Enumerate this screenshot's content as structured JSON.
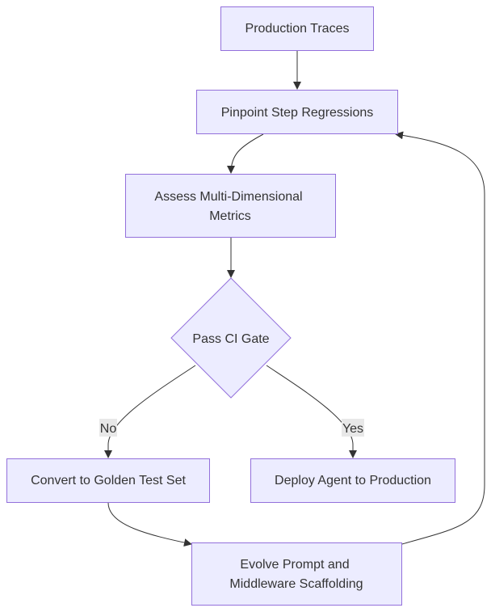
{
  "diagram": {
    "nodes": {
      "production_traces": {
        "lines": [
          "Production Traces"
        ]
      },
      "pinpoint_regressions": {
        "lines": [
          "Pinpoint Step Regressions"
        ]
      },
      "assess_metrics": {
        "lines": [
          "Assess Multi-Dimensional",
          "Metrics"
        ]
      },
      "pass_ci_gate": {
        "lines": [
          "Pass CI Gate"
        ]
      },
      "convert_golden": {
        "lines": [
          "Convert to Golden Test Set"
        ]
      },
      "deploy_agent": {
        "lines": [
          "Deploy Agent to Production"
        ]
      },
      "evolve_prompt": {
        "lines": [
          "Evolve Prompt and",
          "Middleware Scaffolding"
        ]
      }
    },
    "edge_labels": {
      "no": "No",
      "yes": "Yes"
    }
  },
  "colors": {
    "node_fill": "#ececff",
    "node_stroke": "#9370db",
    "edge": "#333333",
    "label_bg": "#e8e8e8"
  }
}
